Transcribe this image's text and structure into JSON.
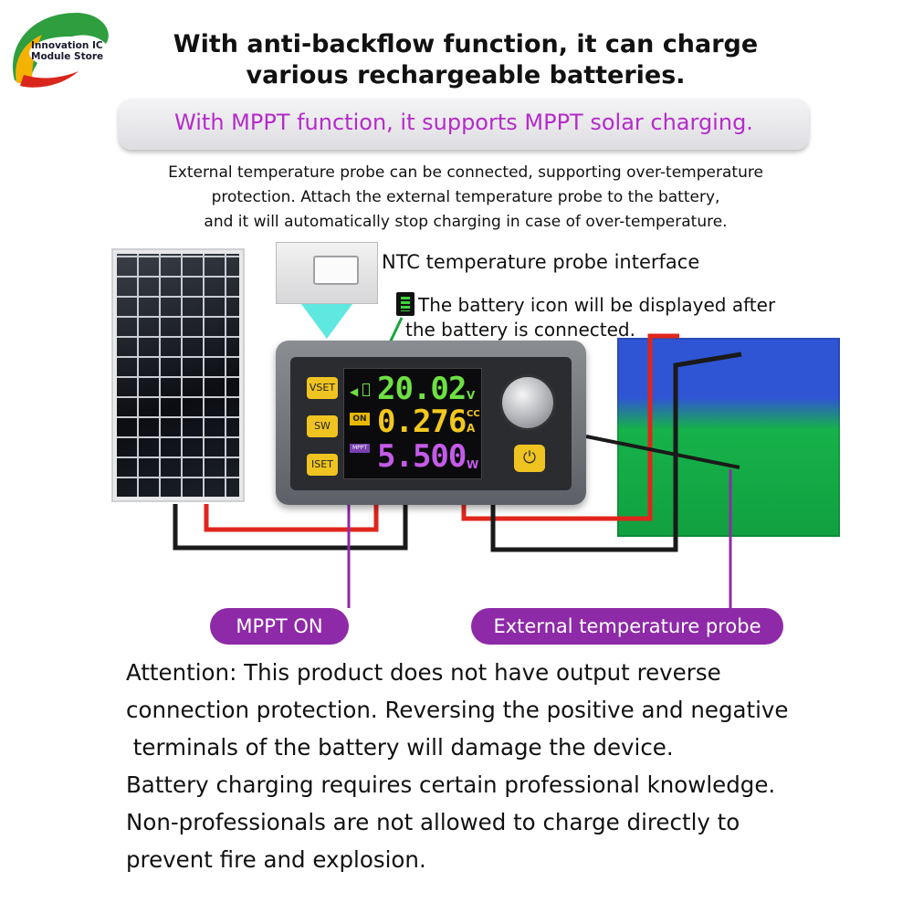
{
  "logo": {
    "line1": "Innovation IC",
    "line2": "Module Store"
  },
  "headline": {
    "line1": "With anti-backflow function, it can charge",
    "line2": "various rechargeable batteries."
  },
  "mppt_banner": "With MPPT function, it supports MPPT solar charging.",
  "external_probe_description": {
    "line1": "External temperature probe can be connected, supporting over-temperature",
    "line2": "protection. Attach the external temperature probe to the battery,",
    "line3": "and it will automatically stop charging in case of over-temperature."
  },
  "ntc_label": "NTC temperature probe interface",
  "battery_note": {
    "line1": "The battery icon will be displayed after",
    "line2": "the battery is connected."
  },
  "device": {
    "buttons": {
      "vset": "VSET",
      "sw": "SW",
      "iset": "ISET"
    },
    "display": {
      "voltage": "20.02",
      "voltage_unit": "V",
      "current": "0.276",
      "current_unit": "A",
      "mode": "CC",
      "power": "5.500",
      "power_unit": "W",
      "on_badge": "ON",
      "mppt_badge": "MPPT"
    },
    "power_symbol": "⏻"
  },
  "callouts": {
    "mppt_on": "MPPT ON",
    "external_probe": "External temperature probe"
  },
  "attention": {
    "line1": "Attention: This product does not have output reverse",
    "line2": "connection protection. Reversing the positive and negative",
    "line3": " terminals of the battery will damage the device.",
    "line4": "Battery charging requires certain professional knowledge.",
    "line5": "Non-professionals are not allowed to charge directly to",
    "line6": "prevent fire and explosion."
  },
  "colors": {
    "accent_purple": "#8e2aa8",
    "banner_text": "#b52bc9",
    "voltage_color": "#6ee043",
    "current_color": "#f2c81e",
    "power_color": "#c45be8"
  }
}
